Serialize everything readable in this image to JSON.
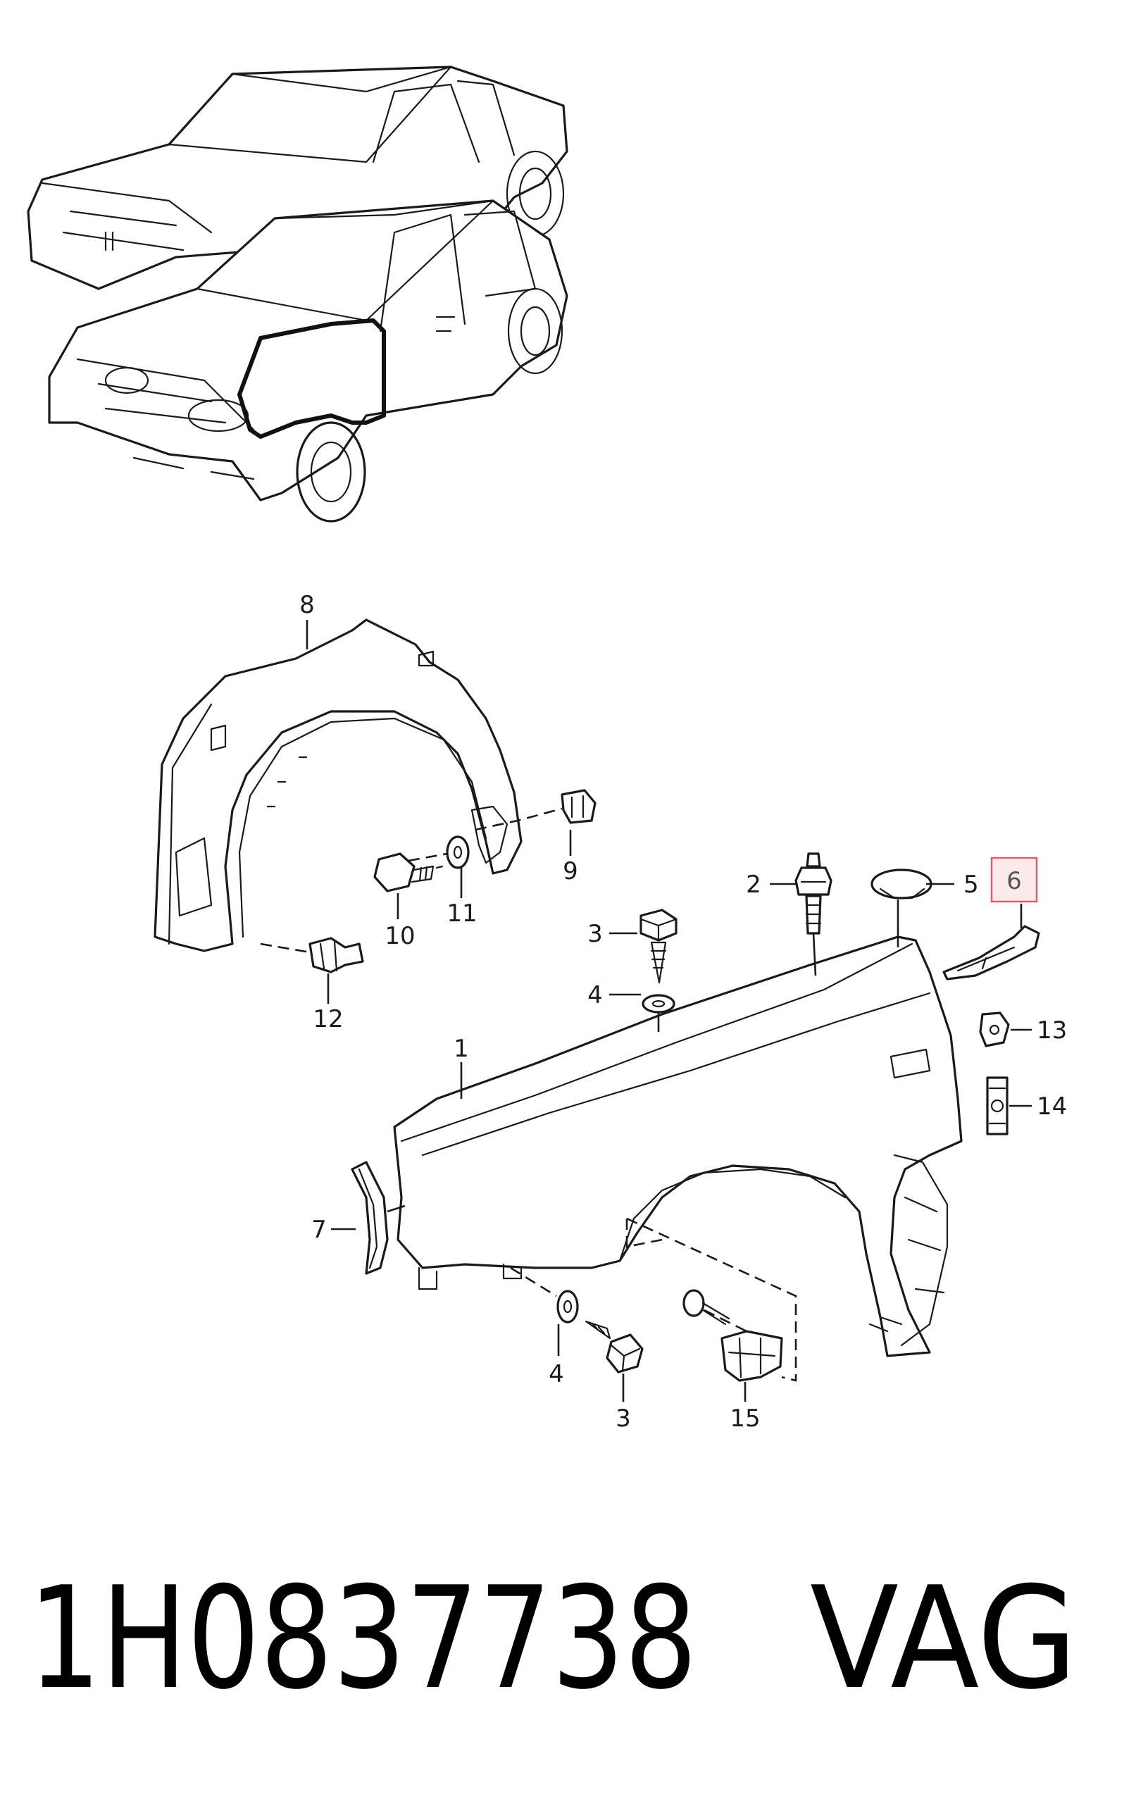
{
  "callouts": {
    "c1": "1",
    "c2": "2",
    "c3a": "3",
    "c3b": "3",
    "c4a": "4",
    "c4b": "4",
    "c5": "5",
    "c6": "6",
    "c7": "7",
    "c8": "8",
    "c9": "9",
    "c10": "10",
    "c11": "11",
    "c12": "12",
    "c13": "13",
    "c14": "14",
    "c15": "15"
  },
  "highlighted_callout": "6",
  "highlight_color": "#d9606a",
  "footer": {
    "part_number": "1H0837738",
    "brand": "VAG"
  }
}
